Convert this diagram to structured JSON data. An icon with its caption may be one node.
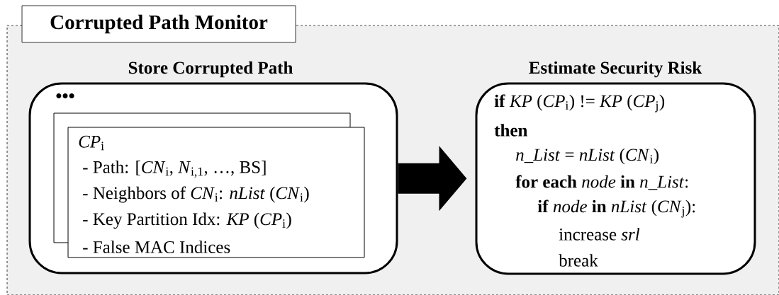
{
  "diagram": {
    "nodes": [
      {
        "text": [
          "Corrupted Path Monitor"
        ]
      },
      {
        "text": [
          "Store Corrupted Path",
          "•••"
        ],
        "in": 0
      },
      {
        "text": [
          "*CP*$_{i}$",
          "- Path: [*CN*$_{i}$, *N*$_{i,1}$, …, BS]",
          "- Neighbors of *CN*$_{i}$: *nList* (*CN*$_{i}$)",
          "- Key Partition Idx: *KP* (*CP*$_{i}$)",
          "- False MAC Indices"
        ],
        "in": 1
      },
      {
        "text": [
          "Estimate Security Risk",
          "**if** *KP* (*CP*$_{i}$) != *KP* (*CP*$_{j}$)",
          "then",
          "*n_List* = *nList* (*CN*$_{i}$)",
          "**for each** *node* **in** *n_List*:",
          "**if** *node* **in** *nList* (*CN*$_{j}$):",
          "increase *srl*",
          "break"
        ],
        "in": 0
      }
    ],
    "edges": [
      {
        "from": 1,
        "to": 3,
        "arrow": "to"
      }
    ]
  }
}
